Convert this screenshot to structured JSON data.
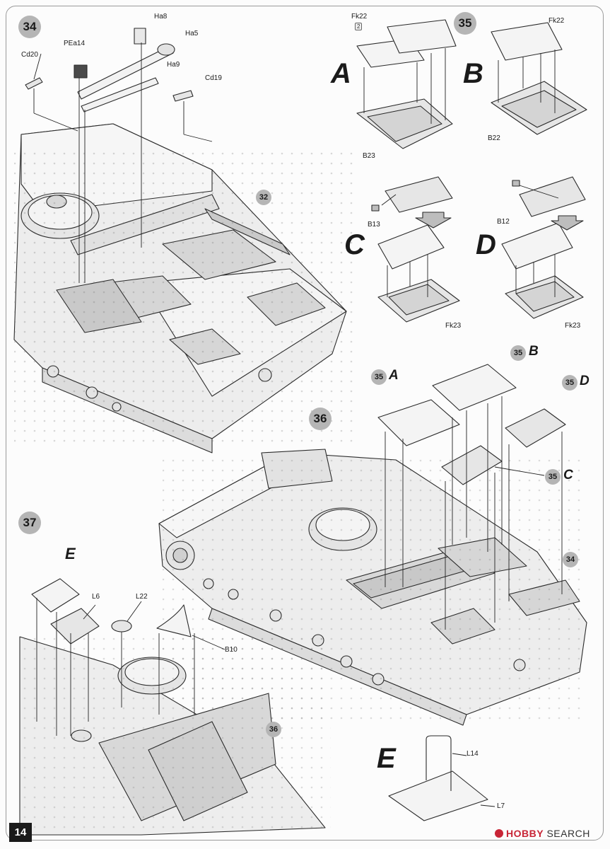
{
  "page_number": "14",
  "watermark": {
    "logo": "HOBBY",
    "text": "SEARCH"
  },
  "steps": {
    "s34": "34",
    "s35": "35",
    "s36": "36",
    "s37": "37"
  },
  "variants": {
    "A": "A",
    "B": "B",
    "C": "C",
    "D": "D",
    "E": "E"
  },
  "refs": {
    "r32": "32",
    "r34": "34",
    "r35": "35",
    "r36": "36"
  },
  "parts": {
    "ha8": "Ha8",
    "ha5": "Ha5",
    "ha9": "Ha9",
    "pea14": "PEa14",
    "cd20": "Cd20",
    "cd19": "Cd19",
    "fk22a": "Fk22",
    "fk22b": "Fk22",
    "b23": "B23",
    "b22": "B22",
    "b13": "B13",
    "b12": "B12",
    "fk23a": "Fk23",
    "fk23b": "Fk23",
    "l6": "L6",
    "l22": "L22",
    "b10": "B10",
    "l14": "L14",
    "l7": "L7"
  },
  "qty": {
    "fk22": "2"
  }
}
